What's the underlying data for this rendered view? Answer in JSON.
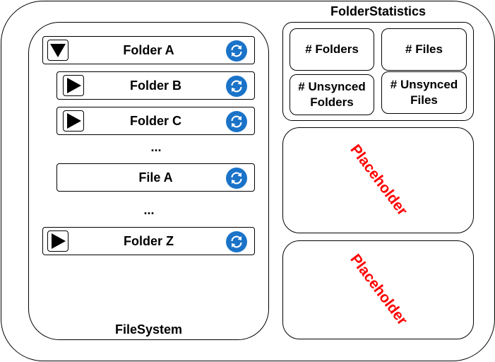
{
  "title": "FolderStatistics",
  "file_system": {
    "label": "FileSystem",
    "rows": [
      {
        "label": "Folder A",
        "toggle": "expanded",
        "icon": "sync-icon"
      },
      {
        "label": "Folder B",
        "toggle": "collapsed",
        "icon": "sync-icon"
      },
      {
        "label": "Folder C",
        "toggle": "collapsed",
        "icon": "sync-icon"
      },
      {
        "label": "File A",
        "toggle": "none",
        "icon": "sync-icon"
      },
      {
        "label": "Folder Z",
        "toggle": "collapsed",
        "icon": "sync-icon"
      }
    ],
    "ellipsis": [
      "...",
      "..."
    ]
  },
  "statistics": {
    "folders": "# Folders",
    "files": "# Files",
    "unsynced_folders": [
      "# Unsynced",
      "Folders"
    ],
    "unsynced_files": [
      "# Unsynced",
      "Files"
    ]
  },
  "placeholders": [
    "Placeholder",
    "Placeholder"
  ],
  "colors": {
    "sync_icon": "#1a73c8",
    "placeholder_text": "#ff0000"
  }
}
